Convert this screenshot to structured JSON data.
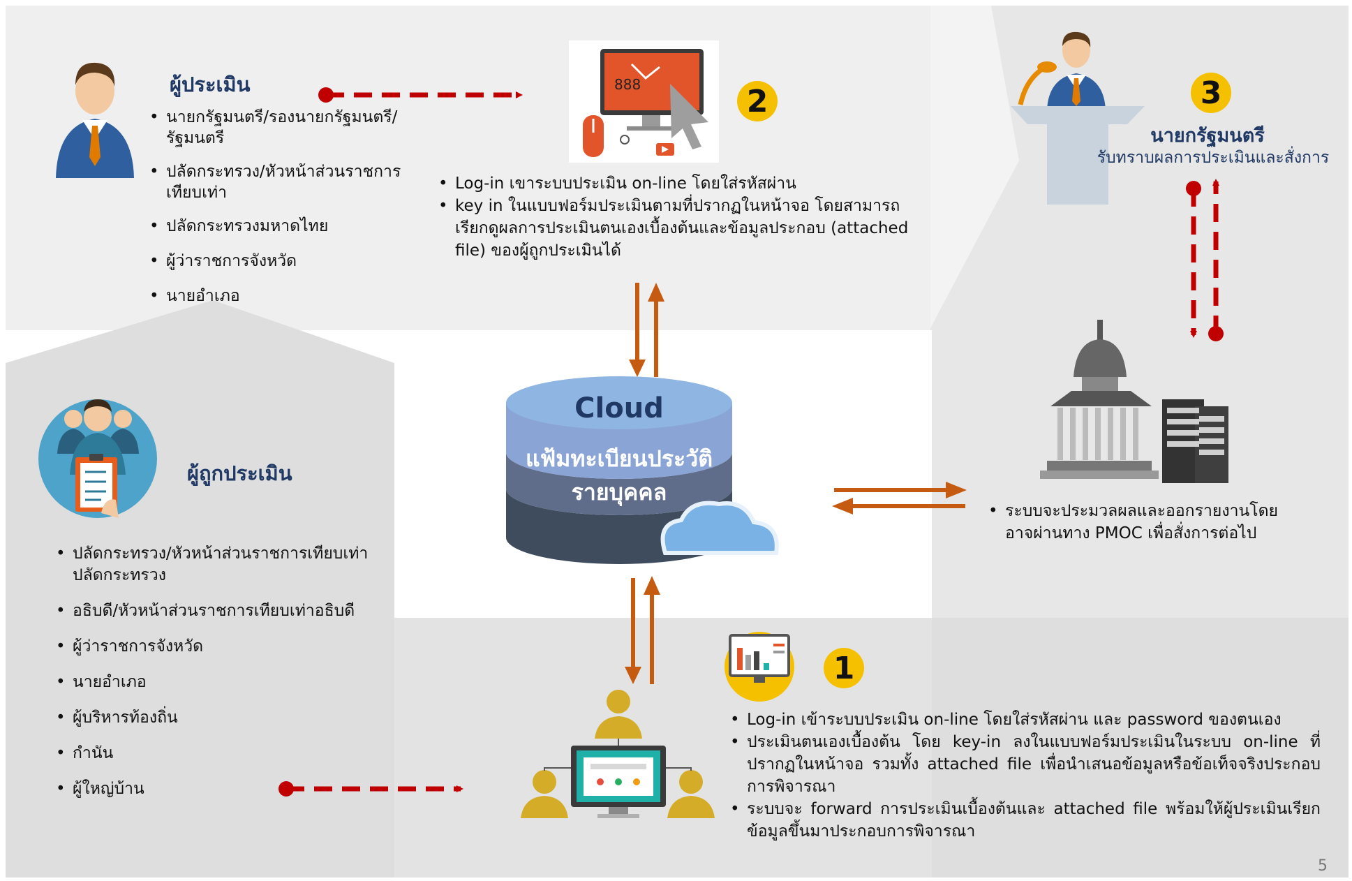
{
  "evaluator": {
    "title": "ผู้ประเมิน",
    "items": [
      "นายกรัฐมนตรี/รองนายกรัฐมนตรี/รัฐมนตรี",
      "ปลัดกระทรวง/หัวหน้าส่วนราชการเทียบเท่า",
      "ปลัดกระทรวงมหาดไทย",
      "ผู้ว่าราชการจังหวัด",
      "นายอำเภอ"
    ]
  },
  "evaluatee": {
    "title": "ผู้ถูกประเมิน",
    "items": [
      "ปลัดกระทรวง/หัวหน้าส่วนราชการเทียบเท่าปลัดกระทรวง",
      "อธิบดี/หัวหน้าส่วนราชการเทียบเท่าอธิบดี",
      "ผู้ว่าราชการจังหวัด",
      "นายอำเภอ",
      "ผู้บริหารท้องถิ่น",
      "กำนัน",
      "ผู้ใหญ่บ้าน"
    ]
  },
  "step2": {
    "number": "2",
    "items": [
      "Log-in เขาระบบประเมิน on-line โดยใส่รหัสผ่าน",
      "key in ในแบบฟอร์มประเมินตามที่ปรากฏในหน้าจอ โดยสามารถเรียกดูผลการประเมินตนเองเบื้องต้นและข้อมูลประกอบ (attached file) ของผู้ถูกประเมินได้"
    ]
  },
  "step3": {
    "number": "3",
    "title": "นายกรัฐมนตรี",
    "subtitle": "รับทราบผลการประเมินและสั่งการ"
  },
  "step1": {
    "number": "1",
    "items": [
      "Log-in เข้าระบบประเมิน on-line โดยใส่รหัสผ่าน และ password ของตนเอง",
      "ประเมินตนเองเบื้องต้น โดย key-in ลงในแบบฟอร์มประเมินในระบบ on-line ที่ปรากฏในหน้าจอ รวมทั้ง attached file เพื่อนำเสนอข้อมูลหรือข้อเท็จจริงประกอบการพิจารณา",
      "ระบบจะ forward การประเมินเบื้องต้นและ attached file พร้อมให้ผู้ประเมินเรียกข้อมูลขึ้นมาประกอบการพิจารณา"
    ]
  },
  "pmoc": {
    "items": [
      "ระบบจะประมวลผลและออกรายงานโดยอาจผ่านทาง PMOC เพื่อสั่งการต่อไป"
    ]
  },
  "cloud": {
    "title": "Cloud",
    "line1": "แฟ้มทะเบียนประวัติ",
    "line2": "รายบุคคล"
  },
  "page_number": "5",
  "colors": {
    "accent_orange": "#c55a11",
    "dashed_red": "#c00000",
    "badge_yellow": "#f5c000",
    "title_navy": "#1f3864",
    "cloud_blue": "#8fb6e3",
    "cloud_dark": "#3f4c5d"
  }
}
